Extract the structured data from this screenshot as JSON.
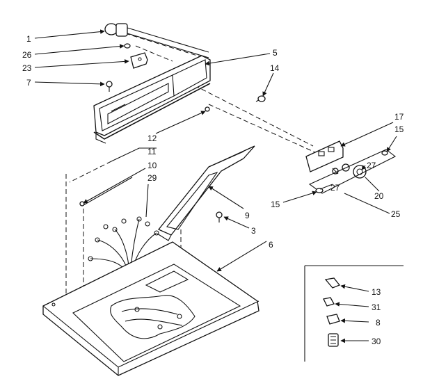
{
  "labels": {
    "l1": "1",
    "l26": "26",
    "l23": "23",
    "l7": "7",
    "l5": "5",
    "l14": "14",
    "l12": "12",
    "l11": "11",
    "l10": "10",
    "l29": "29",
    "l17": "17",
    "l15a": "15",
    "l27a": "27",
    "l27b": "27",
    "l20": "20",
    "l15b": "15",
    "l25": "25",
    "l9": "9",
    "l3": "3",
    "l6": "6",
    "l13": "13",
    "l31": "31",
    "l8": "8",
    "l30": "30"
  }
}
